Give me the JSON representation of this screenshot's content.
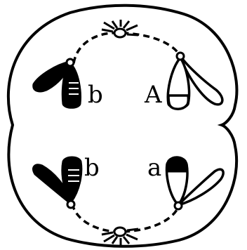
{
  "diagram": {
    "labels": {
      "upper_left": "b",
      "upper_right": "A",
      "lower_left": "b",
      "lower_right": "a"
    },
    "colors": {
      "ink": "#000000",
      "paper": "#ffffff"
    }
  }
}
